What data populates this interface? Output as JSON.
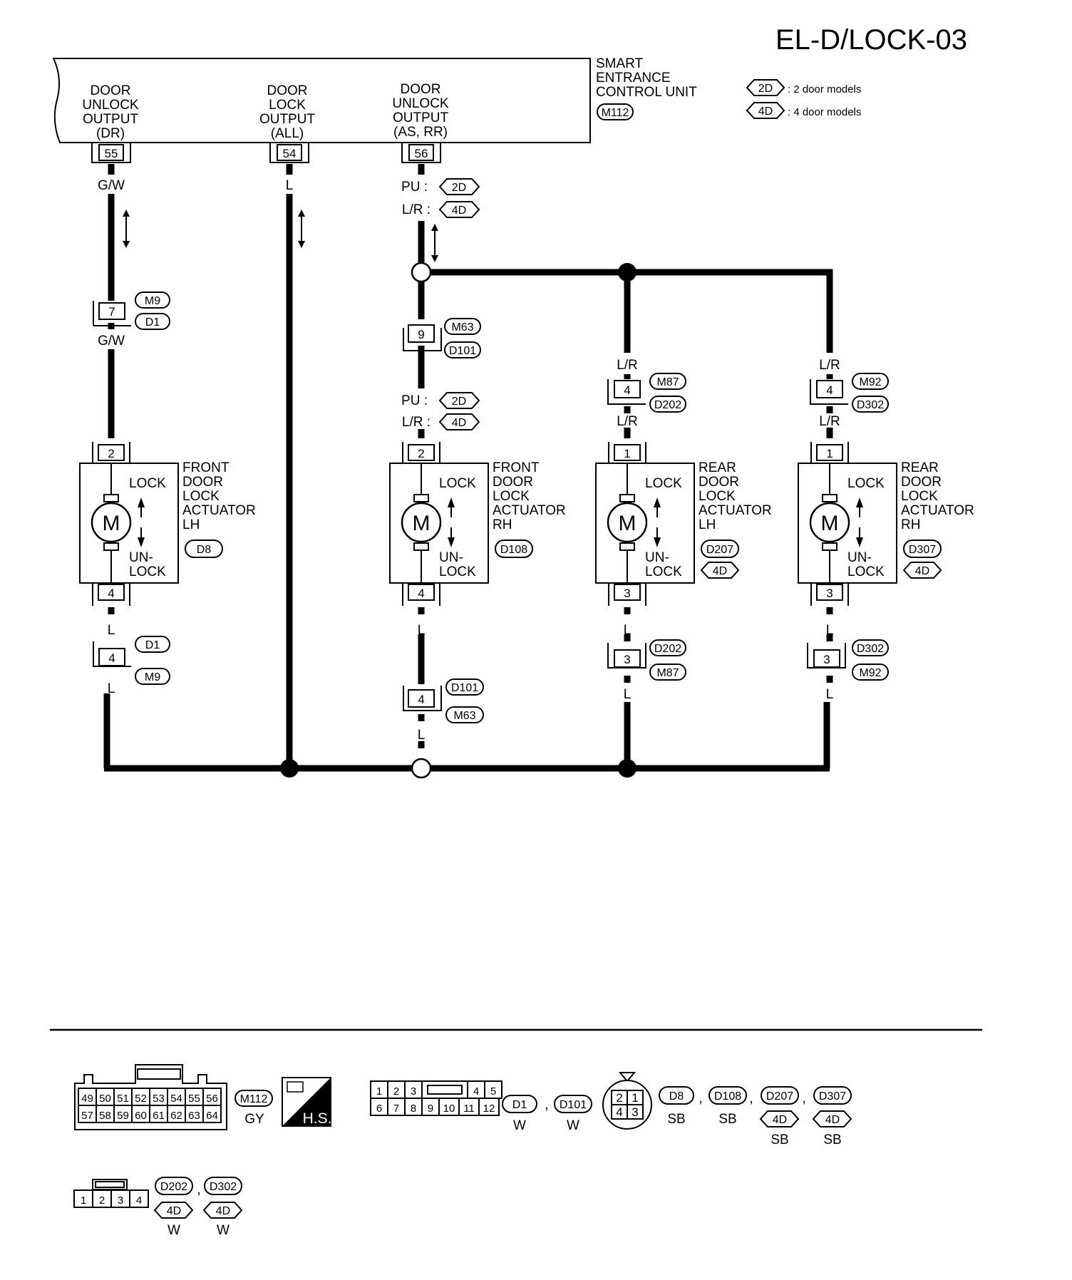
{
  "title": "EL-D/LOCK-03",
  "ecu": {
    "name_lines": [
      "SMART",
      "ENTRANCE",
      "CONTROL UNIT"
    ],
    "connector": "M112",
    "outputs": [
      {
        "lines": [
          "DOOR",
          "UNLOCK",
          "OUTPUT",
          "(DR)"
        ],
        "pin": "55",
        "wire": "G/W"
      },
      {
        "lines": [
          "DOOR",
          "LOCK",
          "OUTPUT",
          "(ALL)"
        ],
        "pin": "54",
        "wire": "L"
      },
      {
        "lines": [
          "DOOR",
          "UNLOCK",
          "OUTPUT",
          "(AS, RR)"
        ],
        "pin": "56"
      }
    ]
  },
  "legend": [
    {
      "tag": "2D",
      "text": ": 2 door models"
    },
    {
      "tag": "4D",
      "text": ": 4 door models"
    }
  ],
  "wire_variants": {
    "pu": "PU :",
    "lr": "L/R :",
    "tag2d": "2D",
    "tag4d": "4D"
  },
  "labels": {
    "gw": "G/W",
    "l": "L",
    "lr": "L/R",
    "lock": "LOCK",
    "un": "UN-",
    "unlock": "LOCK",
    "motor": "M"
  },
  "inline_connectors": {
    "c7": {
      "pin": "7",
      "tags": [
        "M9",
        "D1"
      ]
    },
    "c9": {
      "pin": "9",
      "tags": [
        "M63",
        "D101"
      ]
    },
    "c4a": {
      "pin": "4",
      "tags": [
        "M87",
        "D202"
      ]
    },
    "c4b": {
      "pin": "4",
      "tags": [
        "M92",
        "D302"
      ]
    },
    "c4d": {
      "pin": "4",
      "tags": [
        "D1",
        "M9"
      ]
    },
    "c4e": {
      "pin": "4",
      "tags": [
        "D101",
        "M63"
      ]
    },
    "c3a": {
      "pin": "3",
      "tags": [
        "D202",
        "M87"
      ]
    },
    "c3b": {
      "pin": "3",
      "tags": [
        "D302",
        "M92"
      ]
    }
  },
  "actuators": [
    {
      "name_lines": [
        "FRONT",
        "DOOR",
        "LOCK",
        "ACTUATOR",
        "LH"
      ],
      "conn": "D8",
      "top_pin": "2",
      "bot_pin": "4",
      "extra": ""
    },
    {
      "name_lines": [
        "FRONT",
        "DOOR",
        "LOCK",
        "ACTUATOR",
        "RH"
      ],
      "conn": "D108",
      "top_pin": "2",
      "bot_pin": "4",
      "extra": ""
    },
    {
      "name_lines": [
        "REAR",
        "DOOR",
        "LOCK",
        "ACTUATOR",
        "LH"
      ],
      "conn": "D207",
      "top_pin": "1",
      "bot_pin": "3",
      "extra": "4D"
    },
    {
      "name_lines": [
        "REAR",
        "DOOR",
        "LOCK",
        "ACTUATOR",
        "RH"
      ],
      "conn": "D307",
      "top_pin": "1",
      "bot_pin": "3",
      "extra": "4D"
    }
  ],
  "connector_views": {
    "m112": {
      "row1": [
        "49",
        "50",
        "51",
        "52",
        "53",
        "54",
        "55",
        "56"
      ],
      "row2": [
        "57",
        "58",
        "59",
        "60",
        "61",
        "62",
        "63",
        "64"
      ],
      "tag": "M112",
      "color": "GY",
      "hs": "H.S."
    },
    "d1": {
      "row1": [
        "1",
        "2",
        "3",
        "4",
        "5"
      ],
      "row2": [
        "6",
        "7",
        "8",
        "9",
        "10",
        "11",
        "12"
      ],
      "tags": [
        "D1",
        "D101"
      ],
      "colors": [
        "W",
        "W"
      ],
      "comma": ","
    },
    "d8": {
      "pins": [
        "2",
        "1",
        "4",
        "3"
      ],
      "tags": [
        "D8",
        "D108",
        "D207",
        "D307"
      ],
      "colors": [
        "SB",
        "SB",
        "SB",
        "SB"
      ],
      "sub": [
        "4D",
        "4D"
      ],
      "comma": ","
    },
    "d202": {
      "pins": [
        "1",
        "2",
        "3",
        "4"
      ],
      "tags": [
        "D202",
        "D302"
      ],
      "sub": [
        "4D",
        "4D"
      ],
      "colors": [
        "W",
        "W"
      ],
      "comma": ","
    }
  }
}
